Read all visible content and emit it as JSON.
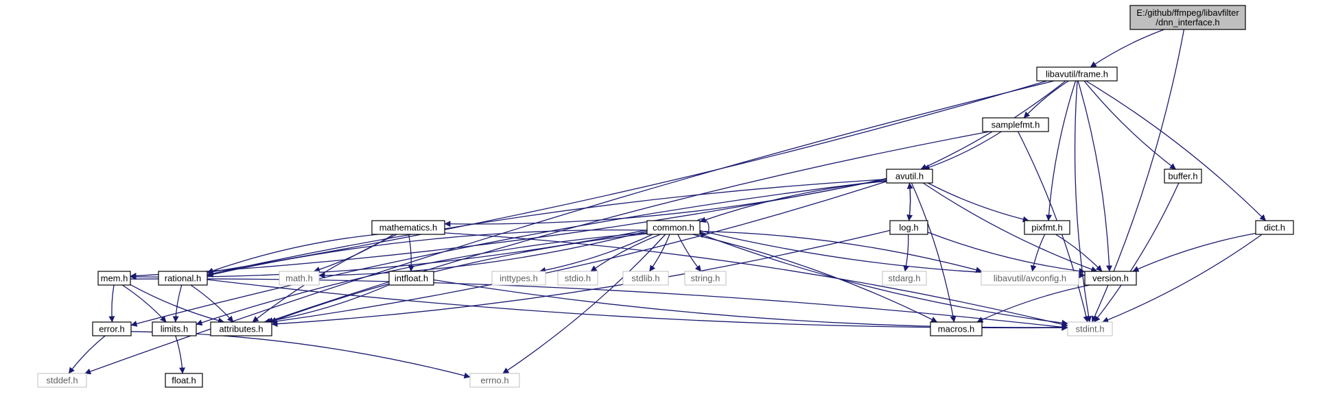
{
  "graph_title": "E:/github/ffmpeg/libavfilter/dnn_interface.h",
  "colors": {
    "edge": "#191970",
    "root_fill": "#bfbfbf",
    "node_border": "#000000",
    "external_border": "#bfbfbf"
  },
  "nodes": {
    "root": [
      "E:/github/ffmpeg/libavfilter",
      "/dnn_interface.h"
    ],
    "frame": [
      "libavutil/frame.h"
    ],
    "samplefmt": [
      "samplefmt.h"
    ],
    "avutil": [
      "avutil.h"
    ],
    "buffer": [
      "buffer.h"
    ],
    "mathematics": [
      "mathematics.h"
    ],
    "common": [
      "common.h"
    ],
    "log": [
      "log.h"
    ],
    "pixfmt": [
      "pixfmt.h"
    ],
    "dict": [
      "dict.h"
    ],
    "mem": [
      "mem.h"
    ],
    "rational": [
      "rational.h"
    ],
    "math": [
      "math.h"
    ],
    "intfloat": [
      "intfloat.h"
    ],
    "inttypes": [
      "inttypes.h"
    ],
    "stdio": [
      "stdio.h"
    ],
    "stdlib": [
      "stdlib.h"
    ],
    "string": [
      "string.h"
    ],
    "stdarg": [
      "stdarg.h"
    ],
    "avconfig": [
      "libavutil/avconfig.h"
    ],
    "version": [
      "version.h"
    ],
    "error": [
      "error.h"
    ],
    "limits": [
      "limits.h"
    ],
    "attributes": [
      "attributes.h"
    ],
    "macros": [
      "macros.h"
    ],
    "stdint": [
      "stdint.h"
    ],
    "stddef": [
      "stddef.h"
    ],
    "float": [
      "float.h"
    ],
    "errno": [
      "errno.h"
    ]
  },
  "edges": [
    [
      "root",
      "frame"
    ],
    [
      "root",
      "stdint"
    ],
    [
      "frame",
      "samplefmt"
    ],
    [
      "frame",
      "avutil"
    ],
    [
      "frame",
      "buffer"
    ],
    [
      "frame",
      "dict"
    ],
    [
      "frame",
      "pixfmt"
    ],
    [
      "frame",
      "version"
    ],
    [
      "frame",
      "stdint"
    ],
    [
      "frame",
      "rational"
    ],
    [
      "frame",
      "stddef"
    ],
    [
      "samplefmt",
      "avutil"
    ],
    [
      "samplefmt",
      "attributes"
    ],
    [
      "samplefmt",
      "stdint"
    ],
    [
      "avutil",
      "common"
    ],
    [
      "avutil",
      "log"
    ],
    [
      "avutil",
      "pixfmt"
    ],
    [
      "avutil",
      "macros"
    ],
    [
      "avutil",
      "version"
    ],
    [
      "avutil",
      "mathematics"
    ],
    [
      "avutil",
      "rational"
    ],
    [
      "avutil",
      "mem"
    ],
    [
      "avutil",
      "error"
    ],
    [
      "avutil",
      "attributes"
    ],
    [
      "log",
      "avutil"
    ],
    [
      "log",
      "stdarg"
    ],
    [
      "log",
      "version"
    ],
    [
      "log",
      "attributes"
    ],
    [
      "common",
      "common"
    ],
    [
      "common",
      "inttypes"
    ],
    [
      "common",
      "stdio"
    ],
    [
      "common",
      "stdlib"
    ],
    [
      "common",
      "string"
    ],
    [
      "common",
      "math"
    ],
    [
      "common",
      "limits"
    ],
    [
      "common",
      "errno"
    ],
    [
      "common",
      "attributes"
    ],
    [
      "common",
      "macros"
    ],
    [
      "common",
      "stdint"
    ],
    [
      "common",
      "avconfig"
    ],
    [
      "common",
      "version"
    ],
    [
      "common",
      "mem"
    ],
    [
      "common",
      "rational"
    ],
    [
      "mathematics",
      "math"
    ],
    [
      "mathematics",
      "rational"
    ],
    [
      "mathematics",
      "intfloat"
    ],
    [
      "mathematics",
      "attributes"
    ],
    [
      "mathematics",
      "stdint"
    ],
    [
      "pixfmt",
      "avconfig"
    ],
    [
      "pixfmt",
      "version"
    ],
    [
      "version",
      "macros"
    ],
    [
      "dict",
      "stdint"
    ],
    [
      "dict",
      "version"
    ],
    [
      "buffer",
      "stdint"
    ],
    [
      "mem",
      "error"
    ],
    [
      "mem",
      "limits"
    ],
    [
      "mem",
      "attributes"
    ],
    [
      "mem",
      "stdint"
    ],
    [
      "rational",
      "limits"
    ],
    [
      "rational",
      "attributes"
    ],
    [
      "rational",
      "stdint"
    ],
    [
      "intfloat",
      "attributes"
    ],
    [
      "intfloat",
      "stdint"
    ],
    [
      "error",
      "errno"
    ],
    [
      "error",
      "stddef"
    ],
    [
      "limits",
      "float"
    ]
  ]
}
